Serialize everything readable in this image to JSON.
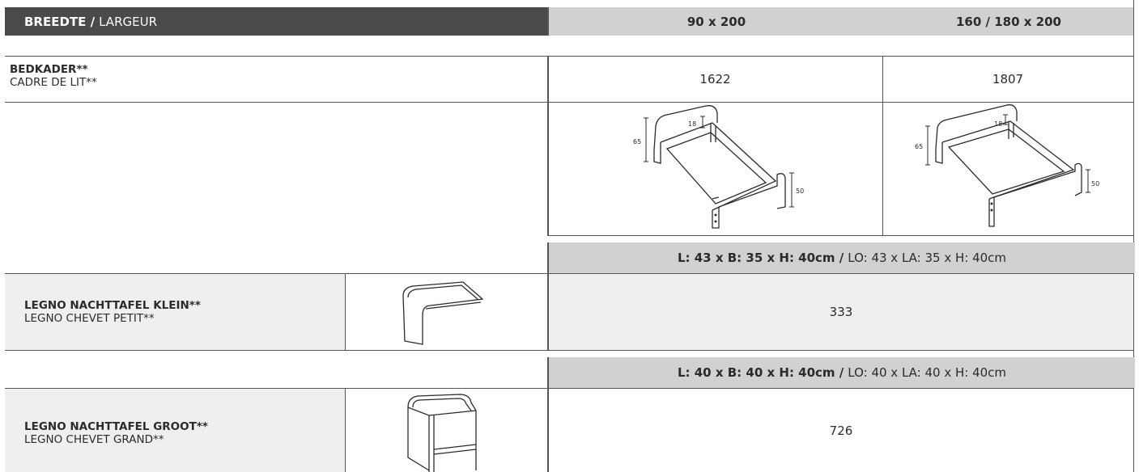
{
  "header": {
    "left_bold": "BREEDTE /",
    "left_light": "LARGEUR",
    "col1": "90 x 200",
    "col2": "160 / 180 x 200"
  },
  "bedkader": {
    "name_nl": "BEDKADER**",
    "name_fr": "CADRE DE LIT**",
    "price_90": "1622",
    "price_160": "1807",
    "dims_small": {
      "h65": "65",
      "h18": "18",
      "h50": "50"
    },
    "dims_large": {
      "h65": "65",
      "h18": "18",
      "h50": "50"
    }
  },
  "nachttafel_klein": {
    "dimensions_bold": "L: 43 x B: 35 x H: 40cm /",
    "dimensions_light": "LO: 43 x LA: 35 x H: 40cm",
    "name_nl": "LEGNO NACHTTAFEL KLEIN**",
    "name_fr": "LEGNO CHEVET PETIT**",
    "price": "333",
    "icon": "small-nightstand-icon"
  },
  "nachttafel_groot": {
    "dimensions_bold": "L: 40 x B: 40 x H: 40cm /",
    "dimensions_light": "LO: 40 x LA: 40 x H: 40cm",
    "name_nl": "LEGNO NACHTTAFEL GROOT**",
    "name_fr": "LEGNO CHEVET GRAND**",
    "price": "726",
    "icon": "large-nightstand-icon"
  },
  "colors": {
    "header_dark": "#4a4a4a",
    "header_light": "#d1d1d1",
    "row_grey": "#efefef"
  }
}
